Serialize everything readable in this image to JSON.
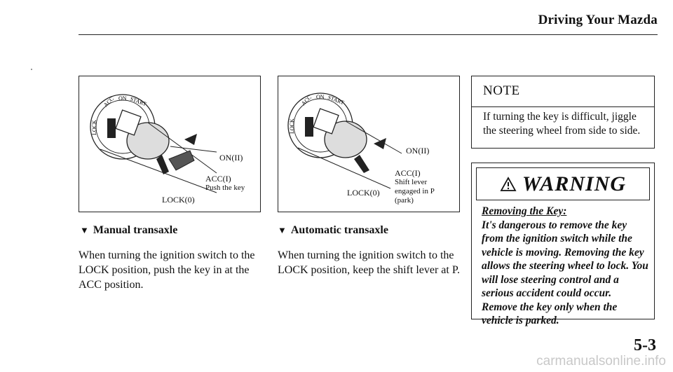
{
  "header": {
    "title": "Driving Your Mazda"
  },
  "figure_manual": {
    "on_label": "ON(II)",
    "acc_label": "ACC(I)",
    "acc_note": "Push the key",
    "lock_label": "LOCK(0)",
    "dial_labels": [
      "ACC",
      "ON",
      "START",
      "LOCK"
    ]
  },
  "figure_auto": {
    "on_label": "ON(II)",
    "acc_label": "ACC(I)",
    "acc_note_lines": [
      "Shift lever",
      "engaged in P",
      "(park)"
    ],
    "lock_label": "LOCK(0)",
    "dial_labels": [
      "ACC",
      "ON",
      "START",
      "LOCK"
    ]
  },
  "left": {
    "caption": "Manual transaxle",
    "text": "When turning the ignition switch to the LOCK position, push the key in at the ACC position."
  },
  "middle": {
    "caption": "Automatic transaxle",
    "text": "When turning the ignition switch to the LOCK position, keep the shift lever at P."
  },
  "note": {
    "title": "NOTE",
    "text": "If turning the key is difficult, jiggle the steering wheel from side to side."
  },
  "warning": {
    "title": "WARNING",
    "subtitle": "Removing the Key:",
    "text": "It's dangerous to remove the key from the ignition switch while the vehicle is moving. Removing the key allows the steering wheel to lock. You will lose steering control and a serious accident could occur. Remove the key only when the vehicle is parked."
  },
  "page_number": "5-3",
  "watermark": "carmanualsonline.info"
}
